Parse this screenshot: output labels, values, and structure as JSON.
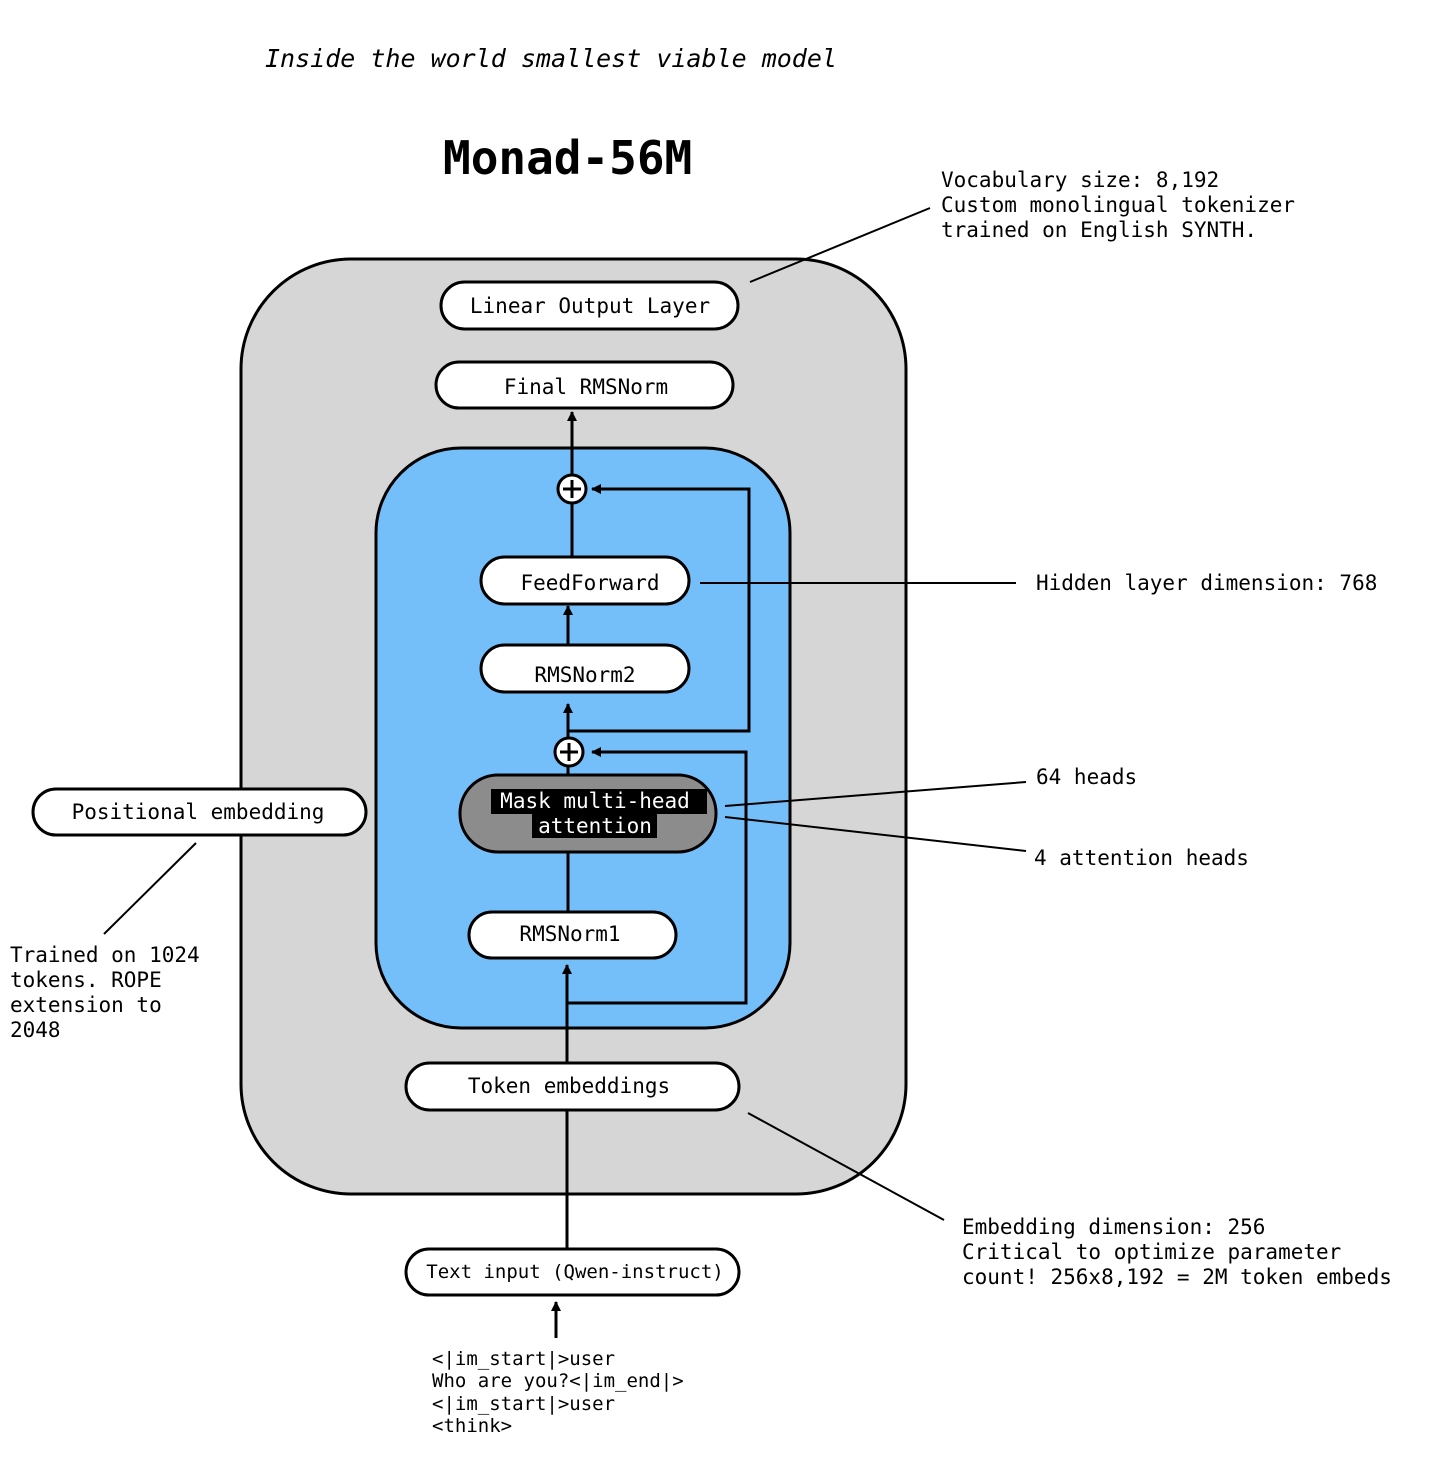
{
  "header": {
    "subtitle": "Inside the world smallest viable model",
    "title": "Monad-56M",
    "title_color": "#4499ee"
  },
  "colors": {
    "outer_panel": "#d6d6d6",
    "block_panel": "#74bff9",
    "attention_box": "#8c8c8c",
    "node_fill": "#ffffff",
    "line": "#000000"
  },
  "nodes": {
    "linear_output": "Linear Output Layer",
    "final_norm": "Final RMSNorm",
    "feedforward": "FeedForward",
    "rmsnorm2": "RMSNorm2",
    "attention_line1": "Mask multi-head",
    "attention_line2": "attention",
    "rmsnorm1": "RMSNorm1",
    "token_embeddings": "Token embeddings",
    "positional_embedding": "Positional embedding",
    "text_input": "Text input (Qwen-instruct)"
  },
  "annotations": {
    "vocab": [
      "Vocabulary size: 8,192",
      "Custom monolingual tokenizer",
      "trained on English SYNTH."
    ],
    "hidden": "Hidden layer dimension: 768",
    "heads_64": "64 heads",
    "heads_4": "4 attention heads",
    "positional": [
      "Trained on 1024",
      "tokens. ROPE",
      "extension to",
      "2048"
    ],
    "embedding": [
      "Embedding dimension: 256",
      "Critical to optimize parameter",
      "count! 256x8,192 = 2M token embeds"
    ]
  },
  "prompt_lines": [
    "<|im_start|>user",
    "Who are you?<|im_end|>",
    "<|im_start|>user",
    "<think>"
  ]
}
